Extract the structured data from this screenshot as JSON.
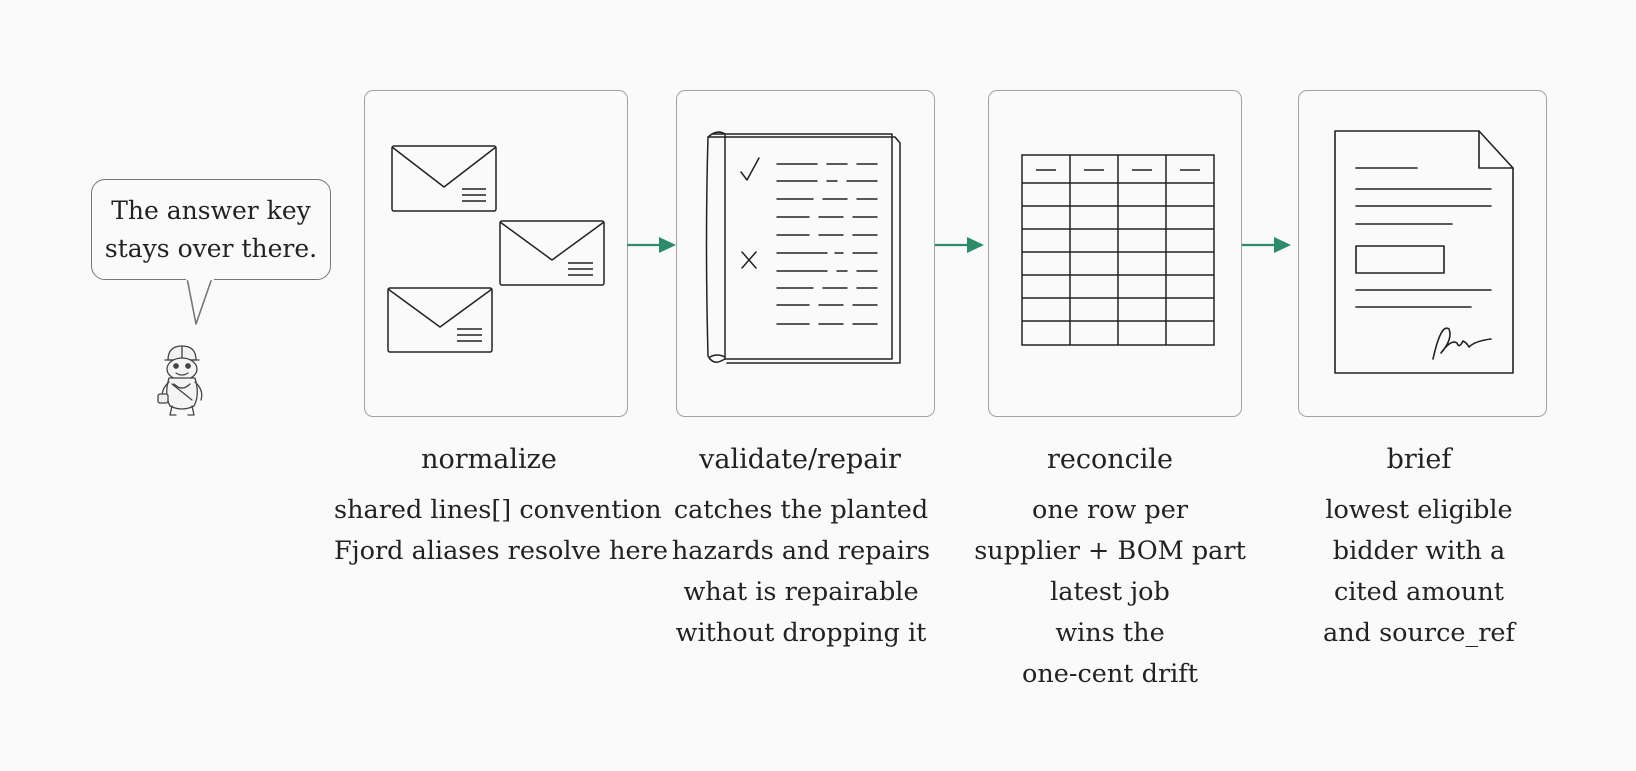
{
  "speech_bubble": {
    "lines": [
      "The answer key",
      "stays over there."
    ]
  },
  "colors": {
    "arrow": "#2e8b6a",
    "panel_border": "#a3a3a3",
    "ink": "#222222"
  },
  "icons": {
    "mascot": "frog-mascot-icon",
    "normalize": "envelopes-icon",
    "validate": "checklist-book-icon",
    "reconcile": "table-grid-icon",
    "brief": "signed-document-icon",
    "connector": "arrow-right-icon"
  },
  "steps": [
    {
      "title": "normalize",
      "lines": [
        "shared lines[] convention",
        "Fjord aliases resolve here"
      ]
    },
    {
      "title": "validate/repair",
      "lines": [
        "catches the planted",
        "hazards and repairs",
        "what is repairable",
        "without dropping it"
      ]
    },
    {
      "title": "reconcile",
      "lines": [
        "one row per",
        "supplier + BOM part",
        "latest job",
        "wins the",
        "one-cent drift"
      ]
    },
    {
      "title": "brief",
      "lines": [
        "lowest eligible",
        "bidder with a",
        "cited amount",
        "and source_ref"
      ]
    }
  ]
}
